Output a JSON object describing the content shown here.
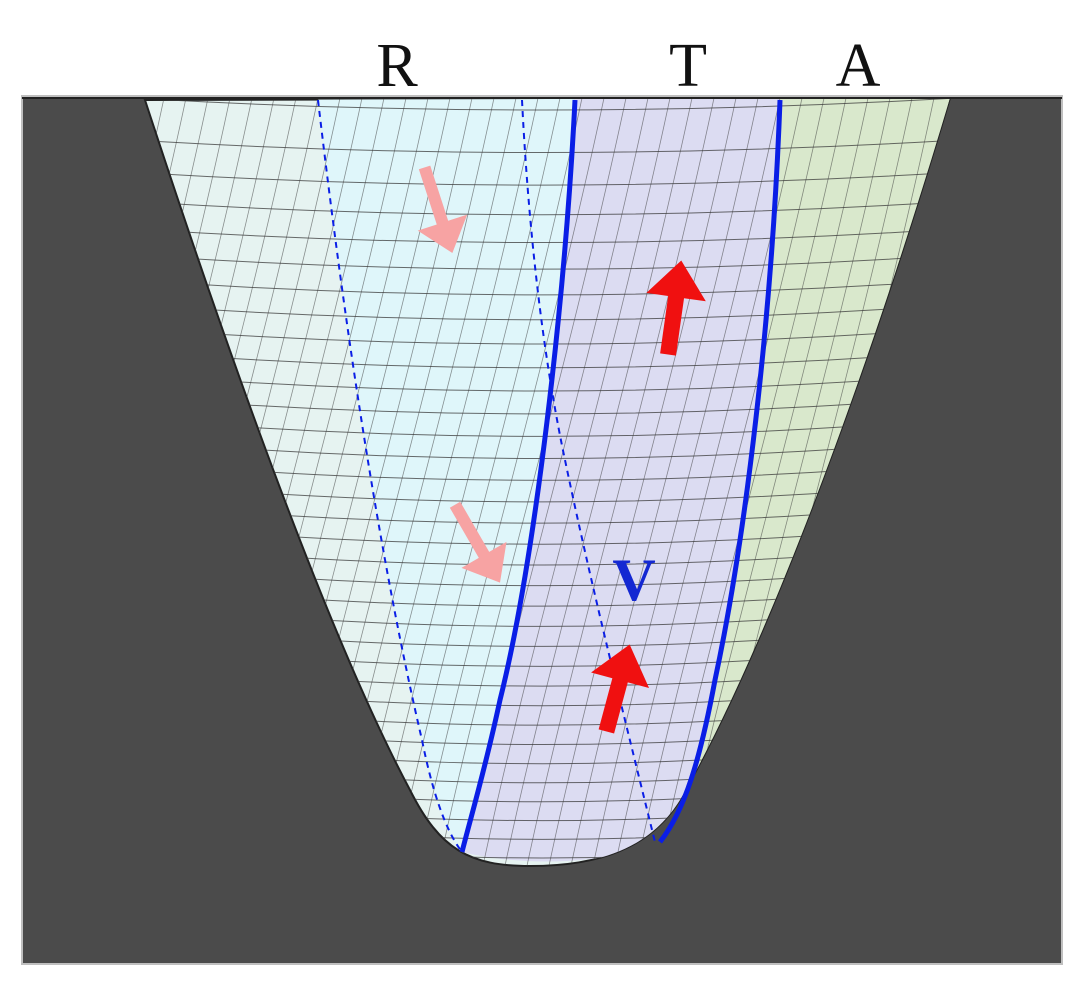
{
  "labels": {
    "r": "R",
    "t": "T",
    "a": "A",
    "v": "V"
  },
  "colors": {
    "background": "#4b4b4b",
    "frame_edge": "#bfbfbf",
    "surface_outer": "#e6f3f1",
    "region_r": "#dff6fa",
    "region_t": "#dcdcf2",
    "region_a": "#d9e8cc",
    "mesh": "#3a3a3a",
    "boundary": "#0a1ee6",
    "label_v": "#1428d2",
    "arrow_up": "#f01010",
    "arrow_down": "#f7a3a3",
    "label_black": "#111111"
  },
  "icons": {
    "arrow_up": "up-arrow-icon",
    "arrow_down": "down-arrow-icon"
  }
}
